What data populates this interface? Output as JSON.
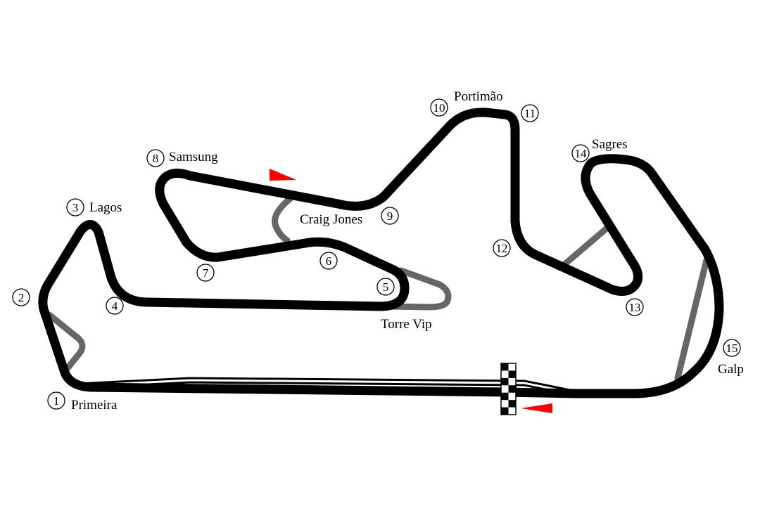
{
  "colors": {
    "track": "#000000",
    "runoff": "#666666",
    "arrow": "#ff0000",
    "background": "#ffffff"
  },
  "corners": [
    {
      "number": "1",
      "name": "Primeira"
    },
    {
      "number": "2",
      "name": ""
    },
    {
      "number": "3",
      "name": "Lagos"
    },
    {
      "number": "4",
      "name": ""
    },
    {
      "number": "5",
      "name": "Torre Vip"
    },
    {
      "number": "6",
      "name": ""
    },
    {
      "number": "7",
      "name": ""
    },
    {
      "number": "8",
      "name": "Samsung"
    },
    {
      "number": "9",
      "name": "Craig Jones"
    },
    {
      "number": "10",
      "name": "Portimão"
    },
    {
      "number": "11",
      "name": ""
    },
    {
      "number": "12",
      "name": ""
    },
    {
      "number": "13",
      "name": ""
    },
    {
      "number": "14",
      "name": "Sagres"
    },
    {
      "number": "15",
      "name": "Galp"
    }
  ],
  "icons": [
    "checkered-flag-icon",
    "direction-arrow-icon"
  ]
}
